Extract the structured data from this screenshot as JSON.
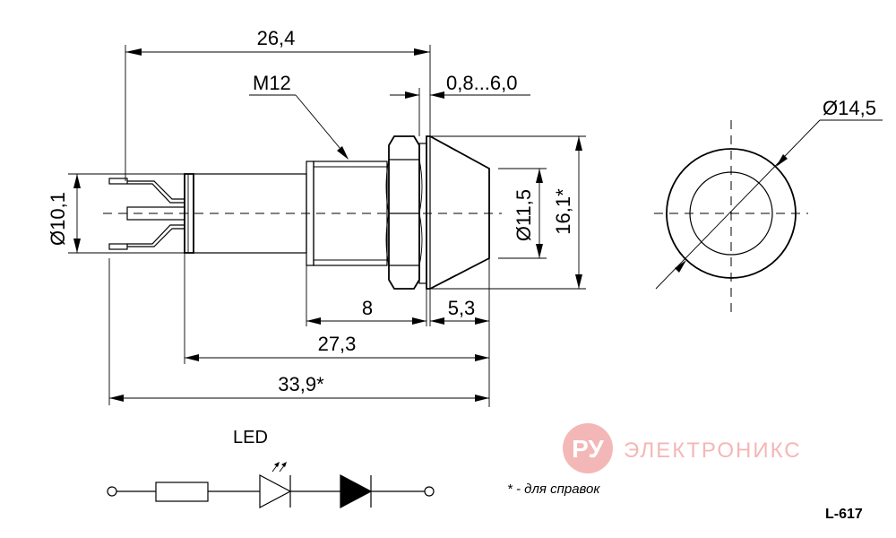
{
  "dimensions": {
    "overall_length": "26,4",
    "thread": "M12",
    "panel_thickness": "0,8...6,0",
    "front_diameter": "Ø14,5",
    "body_diameter": "Ø10,1",
    "lens_diameter": "Ø11,5",
    "bezel_height": "16,1*",
    "thread_length": "8",
    "bezel_depth": "5,3",
    "body_length": "27,3",
    "total_length": "33,9*"
  },
  "schematic": {
    "label": "LED"
  },
  "note": "* - для справок",
  "watermark": {
    "logo_text": "РУ",
    "brand_text": "ЭЛЕКТРОНИКС",
    "color": "#f2a6a6"
  },
  "part_code": "L-617"
}
